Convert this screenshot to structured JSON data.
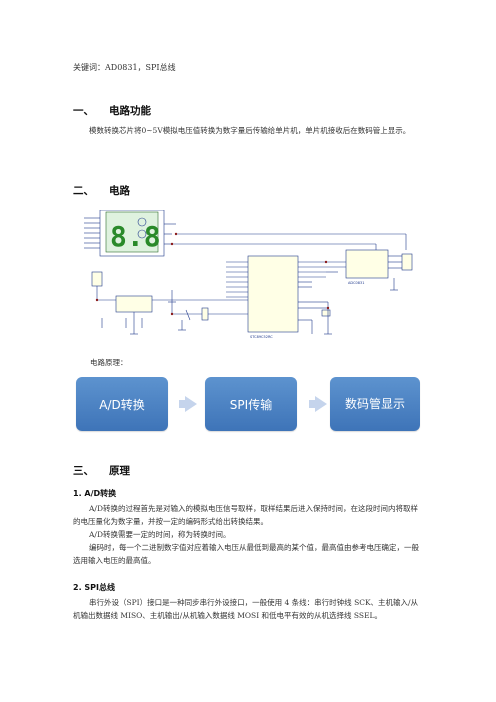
{
  "keywords": "关键词：AD0831，SPI总线",
  "sections": [
    {
      "num": "一、",
      "title": "电路功能"
    },
    {
      "num": "二、",
      "title": "电路"
    },
    {
      "num": "三、",
      "title": "原理"
    }
  ],
  "function_text": "模数转换芯片将0~5V模拟电压值转换为数字量后传输给单片机，单片机接收后在数码管上显示。",
  "circuit_caption": "电路原理：",
  "flow": [
    "A/D转换",
    "SPI传输",
    "数码管显示"
  ],
  "sub1": {
    "title": "1.  A/D转换",
    "paras": [
      "A/D转换的过程首先是对输入的模拟电压信号取样，取样结果后进入保持时间，在这段时间内将取样的电压量化为数字量，并按一定的编码形式给出转换结果。",
      "A/D转换需要一定的时间，称为转换时间。",
      "编码时，每一个二进制数字值对应着输入电压从最低到最高的某个值，最高值由参考电压确定，一般选用输入电压的最高值。"
    ]
  },
  "sub2": {
    "title": "2.  SPI总线",
    "paras": [
      "串行外设（SPI）接口是一种同步串行外设接口，一般使用 4 条线：串行时钟线 SCK、主机输入/从机输出数据线 MISO、主机输出/从机输入数据线 MOSI 和低电平有效的从机选择线 SSEL。"
    ]
  },
  "schematic": {
    "display_value": "8.8",
    "mcu_label": "STC89C52RC",
    "adc_label": "ADC0831"
  }
}
